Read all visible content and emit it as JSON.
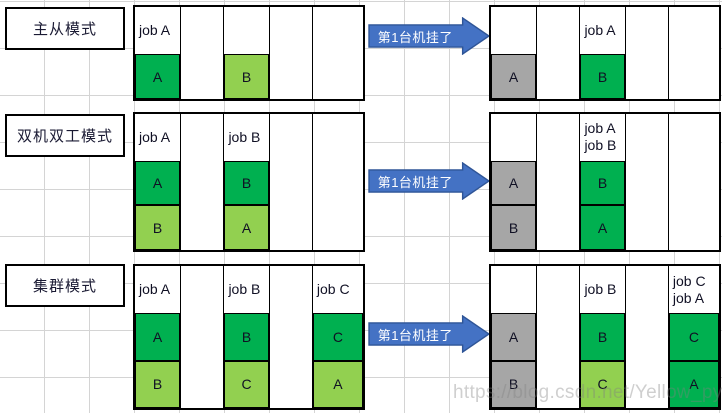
{
  "diagram": {
    "title_hidden": "",
    "colors": {
      "dark_green": "#00B050",
      "light_green": "#92D050",
      "gray": "#A6A6A6",
      "arrow_blue": "#4472C4",
      "arrow_border": "#2F5597",
      "border_black": "#000000",
      "grid_line": "#D4D4D4"
    },
    "arrow_label": "第1台机挂了",
    "watermark": "https://blog.csdn.net/Yellow_python",
    "rows": [
      {
        "label": "主从模式",
        "before": {
          "columns": [
            {
              "header": [
                "job A"
              ],
              "slots": [
                {
                  "text": "A",
                  "fill": "dark"
                }
              ]
            },
            {
              "header": [],
              "slots": [
                {
                  "text": "",
                  "fill": "empty"
                }
              ]
            },
            {
              "header": [],
              "slots": [
                {
                  "text": "B",
                  "fill": "light"
                }
              ]
            },
            {
              "header": [],
              "slots": [
                {
                  "text": "",
                  "fill": "empty"
                }
              ]
            },
            {
              "header": [],
              "slots": [
                {
                  "text": "",
                  "fill": "empty"
                }
              ]
            }
          ]
        },
        "after": {
          "columns": [
            {
              "header": [],
              "slots": [
                {
                  "text": "A",
                  "fill": "gray"
                }
              ]
            },
            {
              "header": [],
              "slots": [
                {
                  "text": "",
                  "fill": "empty"
                }
              ]
            },
            {
              "header": [
                "job A"
              ],
              "slots": [
                {
                  "text": "B",
                  "fill": "dark"
                }
              ]
            },
            {
              "header": [],
              "slots": [
                {
                  "text": "",
                  "fill": "empty"
                }
              ]
            },
            {
              "header": [],
              "slots": [
                {
                  "text": "",
                  "fill": "empty"
                }
              ]
            }
          ]
        }
      },
      {
        "label": "双机双工模式",
        "before": {
          "columns": [
            {
              "header": [
                "job A"
              ],
              "slots": [
                {
                  "text": "A",
                  "fill": "dark"
                },
                {
                  "text": "B",
                  "fill": "light"
                }
              ]
            },
            {
              "header": [],
              "slots": [
                {
                  "text": "",
                  "fill": "empty"
                },
                {
                  "text": "",
                  "fill": "empty"
                }
              ]
            },
            {
              "header": [
                "job B"
              ],
              "slots": [
                {
                  "text": "B",
                  "fill": "dark"
                },
                {
                  "text": "A",
                  "fill": "light"
                }
              ]
            },
            {
              "header": [],
              "slots": [
                {
                  "text": "",
                  "fill": "empty"
                },
                {
                  "text": "",
                  "fill": "empty"
                }
              ]
            },
            {
              "header": [],
              "slots": [
                {
                  "text": "",
                  "fill": "empty"
                },
                {
                  "text": "",
                  "fill": "empty"
                }
              ]
            }
          ]
        },
        "after": {
          "columns": [
            {
              "header": [],
              "slots": [
                {
                  "text": "A",
                  "fill": "gray"
                },
                {
                  "text": "B",
                  "fill": "gray"
                }
              ]
            },
            {
              "header": [],
              "slots": [
                {
                  "text": "",
                  "fill": "empty"
                },
                {
                  "text": "",
                  "fill": "empty"
                }
              ]
            },
            {
              "header": [
                "job A",
                "job B"
              ],
              "slots": [
                {
                  "text": "B",
                  "fill": "dark"
                },
                {
                  "text": "A",
                  "fill": "dark"
                }
              ]
            },
            {
              "header": [],
              "slots": [
                {
                  "text": "",
                  "fill": "empty"
                },
                {
                  "text": "",
                  "fill": "empty"
                }
              ]
            },
            {
              "header": [],
              "slots": [
                {
                  "text": "",
                  "fill": "empty"
                },
                {
                  "text": "",
                  "fill": "empty"
                }
              ]
            }
          ]
        }
      },
      {
        "label": "集群模式",
        "before": {
          "columns": [
            {
              "header": [
                "job A"
              ],
              "slots": [
                {
                  "text": "A",
                  "fill": "dark"
                },
                {
                  "text": "B",
                  "fill": "light"
                }
              ]
            },
            {
              "header": [],
              "slots": [
                {
                  "text": "",
                  "fill": "empty"
                },
                {
                  "text": "",
                  "fill": "empty"
                }
              ]
            },
            {
              "header": [
                "job B"
              ],
              "slots": [
                {
                  "text": "B",
                  "fill": "dark"
                },
                {
                  "text": "C",
                  "fill": "light"
                }
              ]
            },
            {
              "header": [],
              "slots": [
                {
                  "text": "",
                  "fill": "empty"
                },
                {
                  "text": "",
                  "fill": "empty"
                }
              ]
            },
            {
              "header": [
                "job C"
              ],
              "slots": [
                {
                  "text": "C",
                  "fill": "dark"
                },
                {
                  "text": "A",
                  "fill": "light"
                }
              ]
            }
          ]
        },
        "after": {
          "columns": [
            {
              "header": [],
              "slots": [
                {
                  "text": "A",
                  "fill": "gray"
                },
                {
                  "text": "B",
                  "fill": "gray"
                }
              ]
            },
            {
              "header": [],
              "slots": [
                {
                  "text": "",
                  "fill": "empty"
                },
                {
                  "text": "",
                  "fill": "empty"
                }
              ]
            },
            {
              "header": [
                "job B"
              ],
              "slots": [
                {
                  "text": "B",
                  "fill": "dark"
                },
                {
                  "text": "C",
                  "fill": "light"
                }
              ]
            },
            {
              "header": [],
              "slots": [
                {
                  "text": "",
                  "fill": "empty"
                },
                {
                  "text": "",
                  "fill": "empty"
                }
              ]
            },
            {
              "header": [
                "job C",
                "job A"
              ],
              "slots": [
                {
                  "text": "C",
                  "fill": "dark"
                },
                {
                  "text": "A",
                  "fill": "dark"
                }
              ]
            }
          ]
        }
      }
    ]
  }
}
